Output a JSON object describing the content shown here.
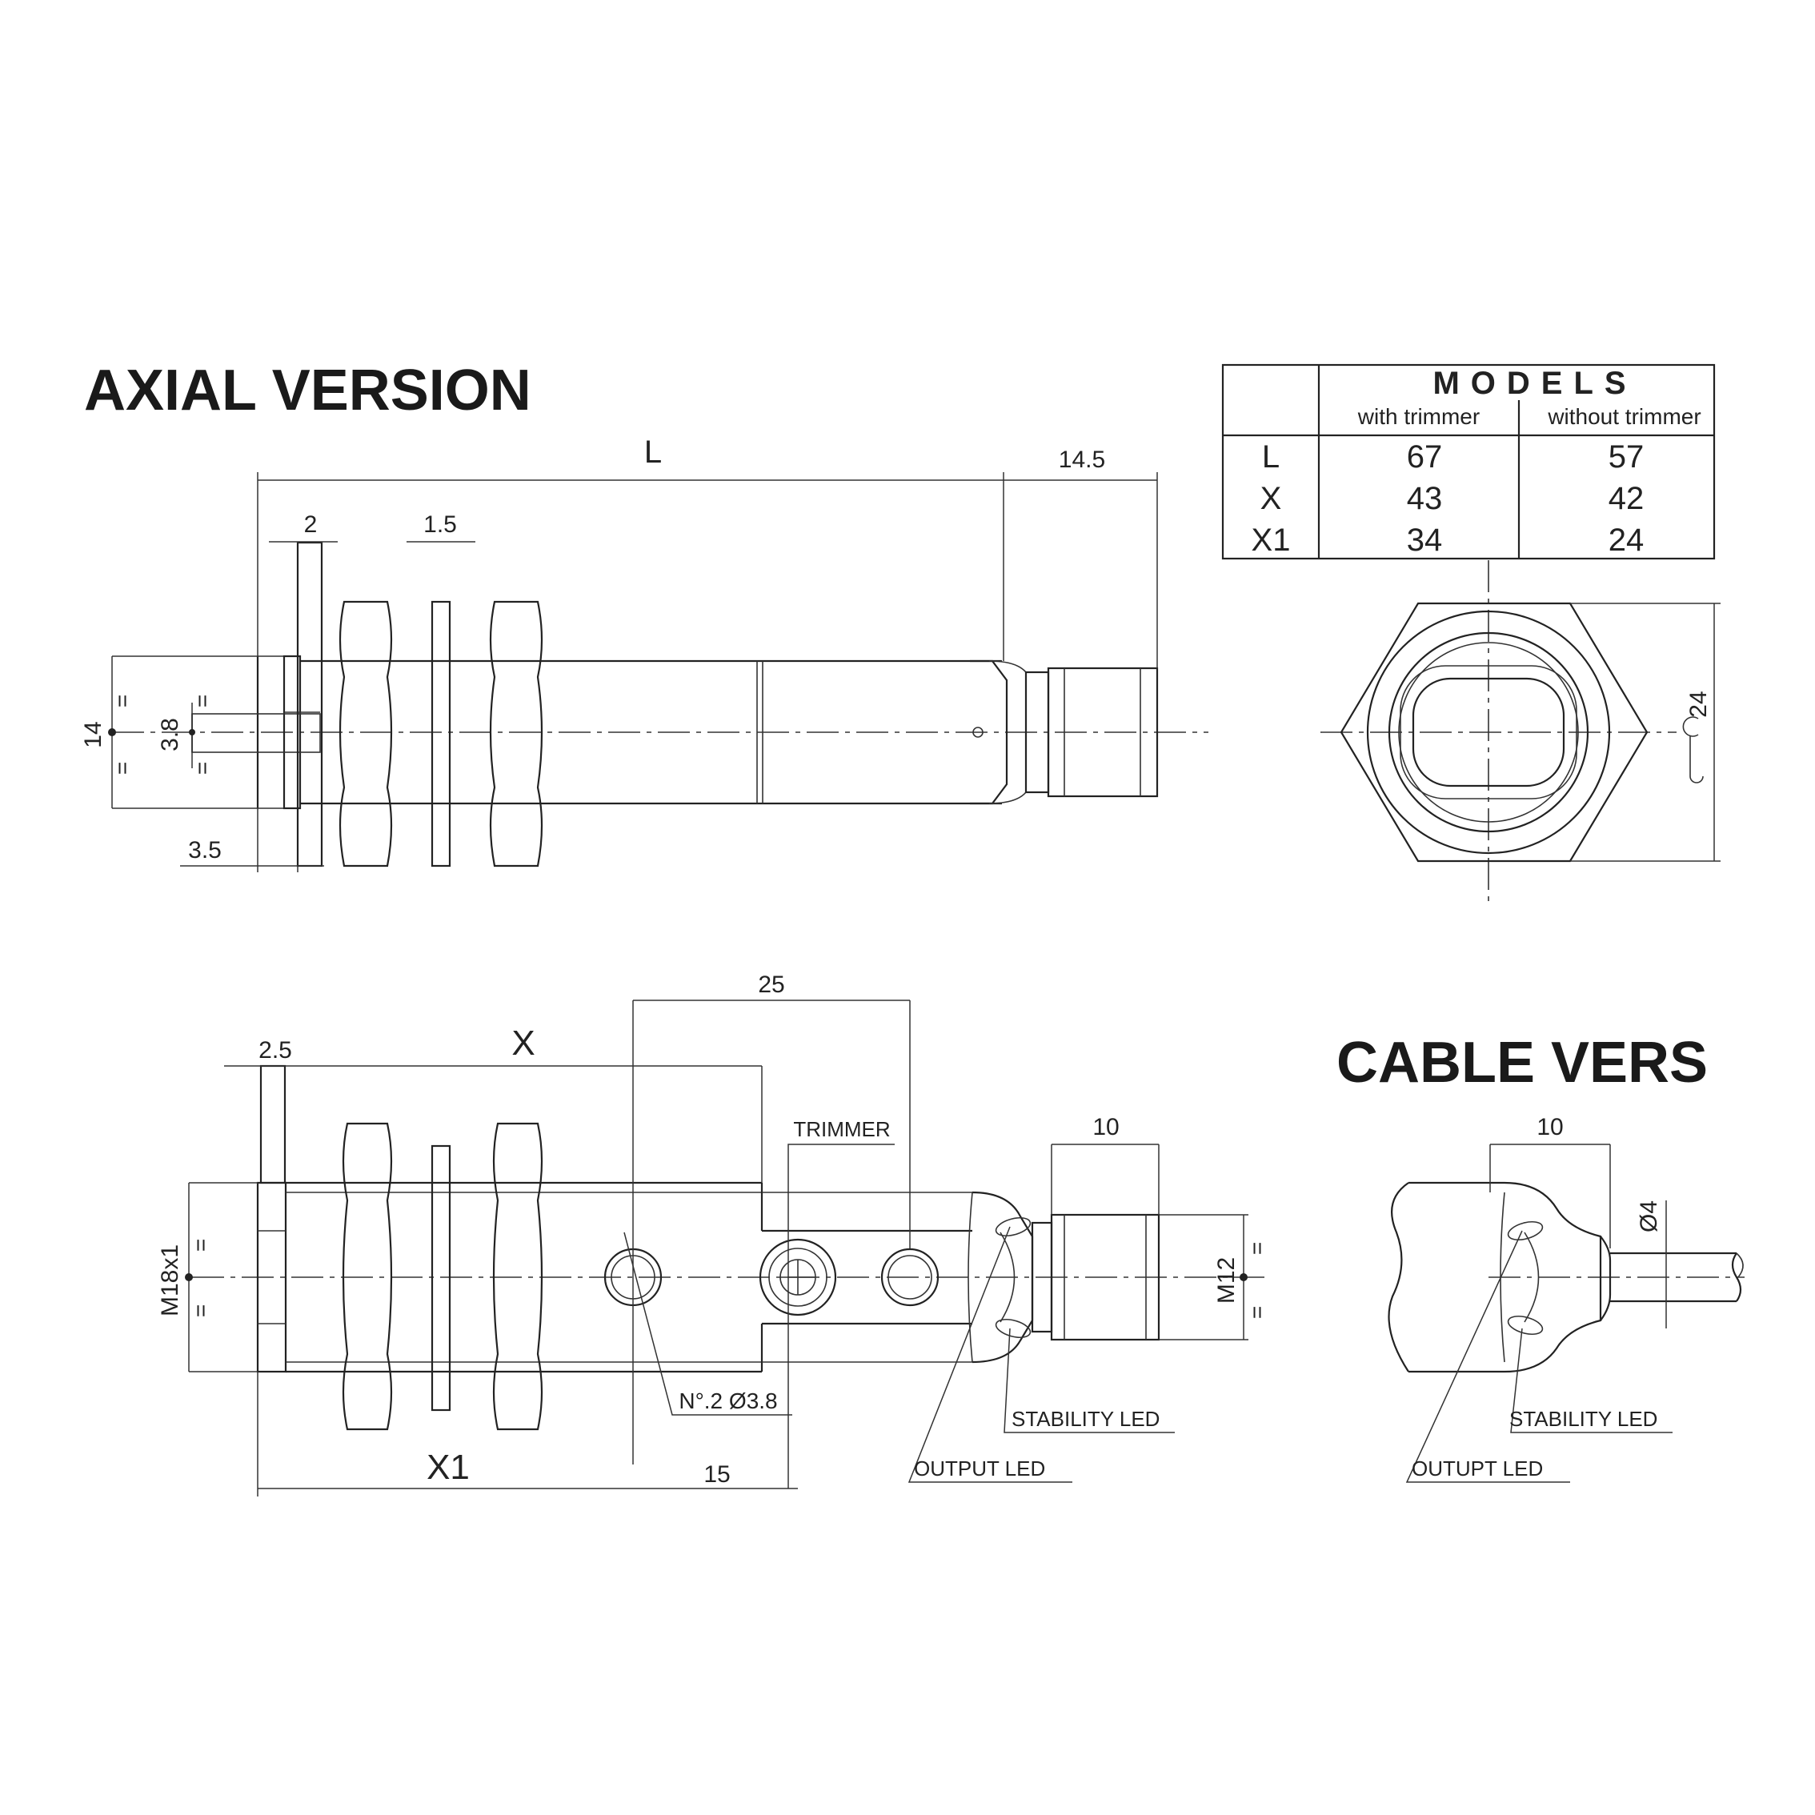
{
  "titles": {
    "axial": "AXIAL VERSION",
    "cable": "CABLE VERS"
  },
  "table": {
    "header": "MODELS",
    "col1": "with trimmer",
    "col2": "without trimmer",
    "rows": [
      {
        "label": "L",
        "with": "67",
        "without": "57"
      },
      {
        "label": "X",
        "with": "43",
        "without": "42"
      },
      {
        "label": "X1",
        "with": "34",
        "without": "24"
      }
    ]
  },
  "axial_dims": {
    "L": "L",
    "d14_5": "14.5",
    "d2": "2",
    "d1_5": "1.5",
    "d14": "14",
    "d3_8": "3.8",
    "d3_5": "3.5",
    "eq": "="
  },
  "end_view": {
    "wrench": "24"
  },
  "bottom_dims": {
    "d25": "25",
    "d2_5": "2.5",
    "X": "X",
    "trimmer": "TRIMMER",
    "d10": "10",
    "m18": "M18x1",
    "m12": "M12",
    "holes": "N°.2 Ø3.8",
    "stability": "STABILITY LED",
    "output": "OUTPUT LED",
    "X1": "X1",
    "d15": "15",
    "eq": "="
  },
  "cable_dims": {
    "d10": "10",
    "d4": "Ø4",
    "stability": "STABILITY LED",
    "output": "OUTUPT LED"
  }
}
